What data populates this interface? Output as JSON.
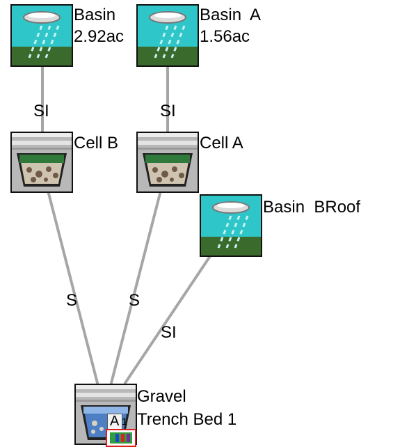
{
  "nodes": {
    "basin_left": {
      "line1": "Basin",
      "line2": "2.92ac",
      "icon": "rain-basin-icon"
    },
    "basin_a": {
      "line1": "Basin  A",
      "line2": "1.56ac",
      "icon": "rain-basin-icon"
    },
    "cell_b": {
      "label": "Cell B",
      "icon": "bioretention-cell-icon"
    },
    "cell_a": {
      "label": "Cell A",
      "icon": "bioretention-cell-icon"
    },
    "basin_broof": {
      "label": "Basin  BRoof",
      "icon": "rain-basin-icon"
    },
    "gravel_trench": {
      "line1": "Gravel",
      "line2": "Trench Bed 1",
      "icon": "gravel-trench-icon",
      "badge_text": "A",
      "badge_number": "1"
    }
  },
  "links": {
    "basin_left_to_cell_b": "SI",
    "basin_a_to_cell_a": "SI",
    "cell_b_to_gravel": "S",
    "cell_a_to_gravel": "S",
    "broof_to_gravel": "SI"
  },
  "colors": {
    "link": "#a6a6a6",
    "sky": "#2fc6c9",
    "grass": "#3a6a2c",
    "badge_border": "#e02020"
  }
}
